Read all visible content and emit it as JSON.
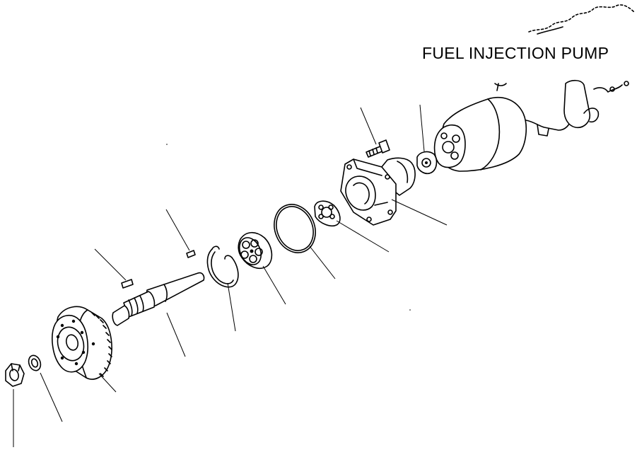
{
  "diagram": {
    "label": "FUEL INJECTION PUMP",
    "parts": [
      {
        "name": "nut"
      },
      {
        "name": "washer"
      },
      {
        "name": "drive-gear"
      },
      {
        "name": "key"
      },
      {
        "name": "key"
      },
      {
        "name": "drive-shaft"
      },
      {
        "name": "snap-ring"
      },
      {
        "name": "ball-bearing"
      },
      {
        "name": "o-ring"
      },
      {
        "name": "ball-bearing"
      },
      {
        "name": "housing"
      },
      {
        "name": "bolt"
      },
      {
        "name": "nut"
      },
      {
        "name": "fuel-injection-pump"
      }
    ]
  }
}
